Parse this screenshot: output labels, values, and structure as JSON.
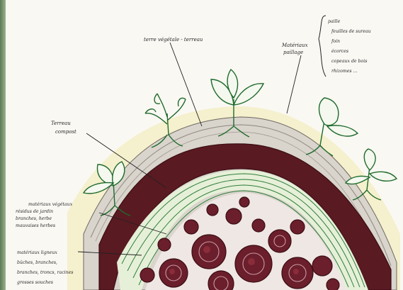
{
  "labels": {
    "top_center": "terre végétale - terreau",
    "paillage": [
      "Matériaux",
      "paillage"
    ],
    "legend": [
      "paille",
      "feuilles de sureau",
      "foin",
      "écorces",
      "copeaux de bois",
      "rhizomes ..."
    ],
    "compost": [
      "Terreau",
      "compost"
    ],
    "lower_left": [
      "matériaux végétaux",
      "résidus de jardin",
      "branches, herbe",
      "mauvaises herbes"
    ],
    "bottom_left": [
      "matériaux ligneux",
      "bûches, branches,",
      "branches, troncs, racines",
      "grosses souches"
    ]
  }
}
